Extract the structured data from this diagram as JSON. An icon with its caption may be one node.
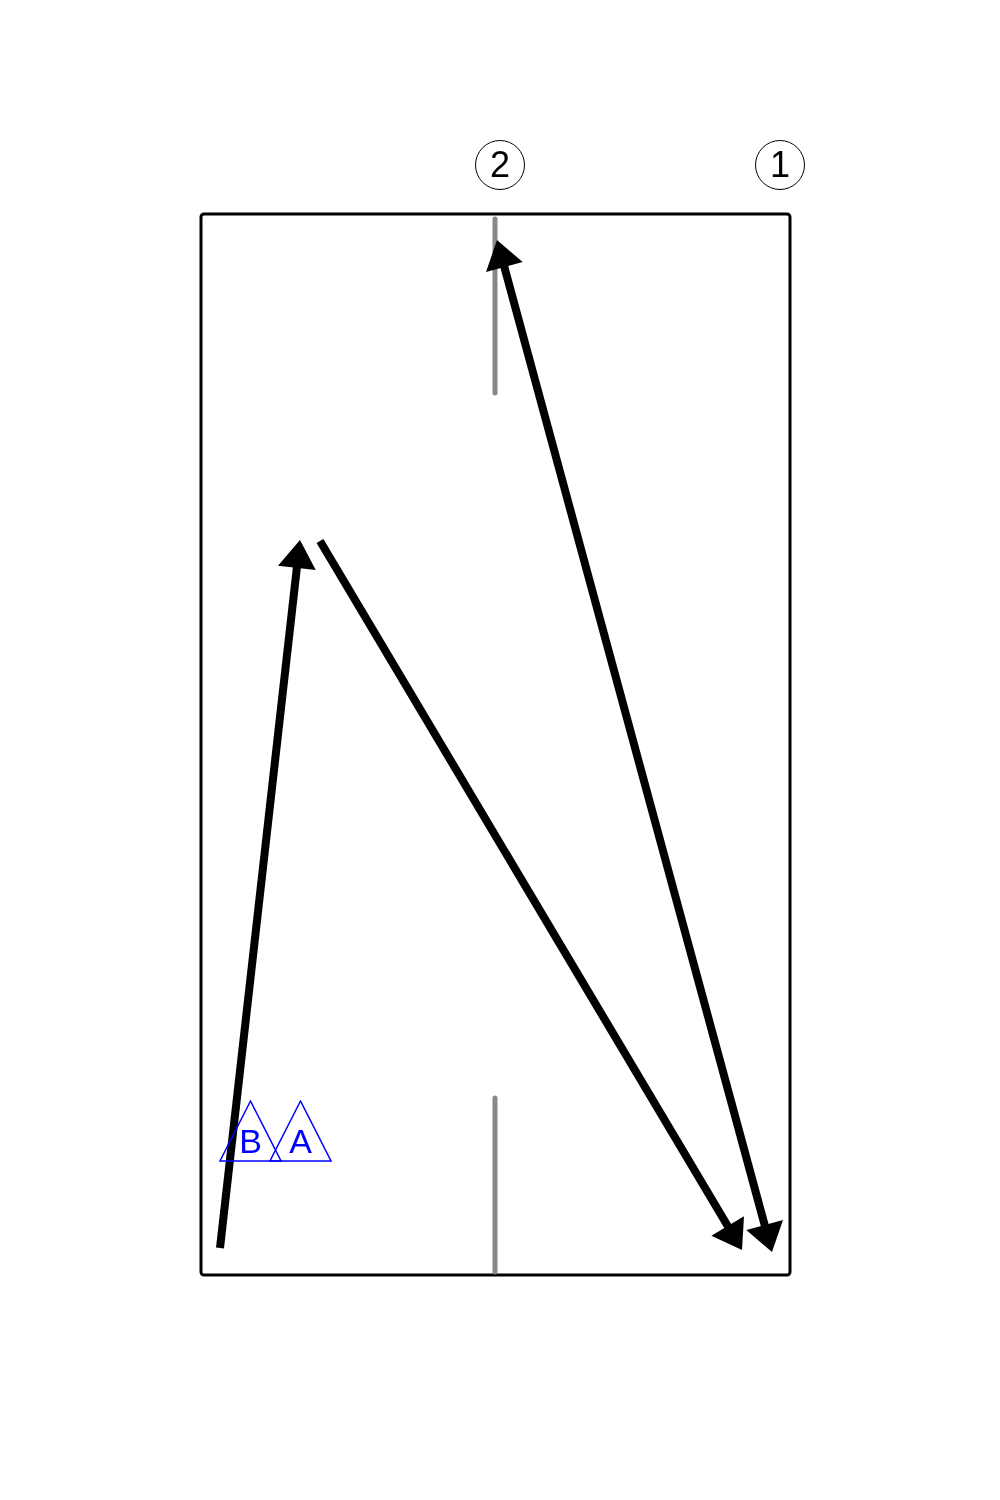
{
  "diagram": {
    "nodes": [
      {
        "text": [
          "2"
        ]
      },
      {
        "text": [
          "1"
        ]
      },
      {
        "text": [
          "B"
        ]
      },
      {
        "text": [
          "A"
        ]
      }
    ]
  }
}
